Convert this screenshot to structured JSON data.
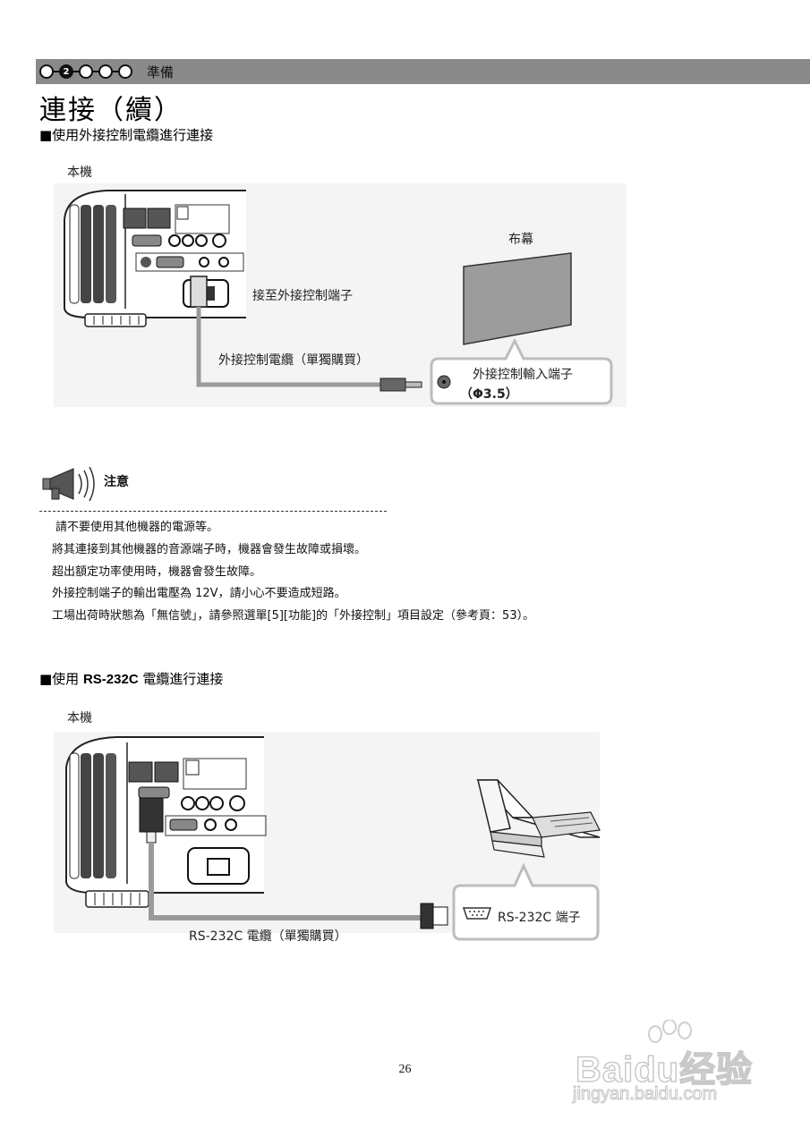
{
  "header": {
    "steps": [
      "",
      "2",
      "",
      "",
      ""
    ],
    "title": "準備"
  },
  "heading": "連接（續）",
  "section1": {
    "title": "■使用外接控制電纜進行連接",
    "device_label": "本機",
    "screen_label": "布幕",
    "port_label": "接至外接控制端子",
    "cable_label": "外接控制電纜（單獨購買）",
    "input_label": "外接控制輸入端子",
    "input_spec": "（Φ3.5）"
  },
  "caution": {
    "title": "注意",
    "lines": [
      "請不要使用其他機器的電源等。",
      "將其連接到其他機器的音源端子時，機器會發生故障或損壞。",
      "超出額定功率使用時，機器會發生故障。",
      "外接控制端子的輸出電壓為 12V，請小心不要造成短路。",
      "工場出荷時狀態為「無信號」，請參照選單[5][功能]的「外接控制」項目設定（參考頁：53）。"
    ]
  },
  "section2": {
    "title_prefix": "■使用 ",
    "title_bold": "RS-232C",
    "title_suffix": " 電纜進行連接",
    "device_label": "本機",
    "cable_label": "RS-232C 電纜（單獨購買）",
    "port_label": "RS-232C 端子"
  },
  "page_number": "26",
  "watermark": {
    "brand": "Baidu经验",
    "url": "jingyan.baidu.com"
  },
  "icons": [
    "megaphone-icon",
    "serial-port-icon",
    "laptop-icon",
    "audio-jack-icon"
  ],
  "colors": {
    "header_bar": "#8a8a8a",
    "cable": "#9a9a9a",
    "callout_border": "#bdbdbd",
    "screen": "#9c9c9c"
  }
}
